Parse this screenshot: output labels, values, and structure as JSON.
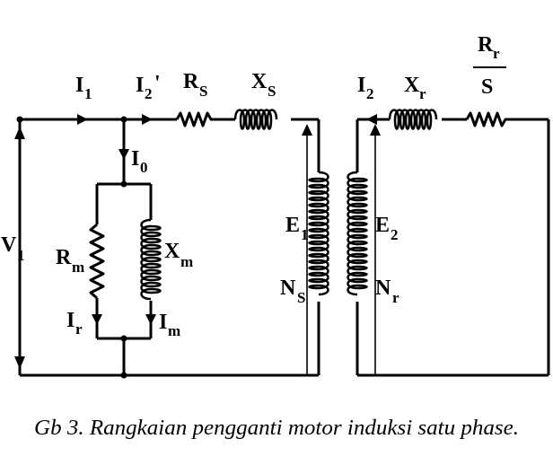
{
  "labels": {
    "i1": "I",
    "i1_sub": "1",
    "i2p": "I",
    "i2p_sub": "2",
    "i2p_prime": "'",
    "rs": "R",
    "rs_sub": "S",
    "xs": "X",
    "xs_sub": "S",
    "i2": "I",
    "i2_sub": "2",
    "xr": "X",
    "xr_sub": "r",
    "rr_num": "R",
    "rr_num_sub": "r",
    "rr_den": "S",
    "i0": "I",
    "i0_sub": "0",
    "v1": "V",
    "v1_sub": "1",
    "rm": "R",
    "rm_sub": "m",
    "xm": "X",
    "xm_sub": "m",
    "ir": "I",
    "ir_sub": "r",
    "im": "I",
    "im_sub": "m",
    "e1": "E",
    "e1_sub": "1",
    "e2": "E",
    "e2_sub": "2",
    "ns": "N",
    "ns_sub": "S",
    "nr": "N",
    "nr_sub": "r"
  },
  "caption": "Gb 3. Rangkaian pengganti motor induksi satu phase."
}
